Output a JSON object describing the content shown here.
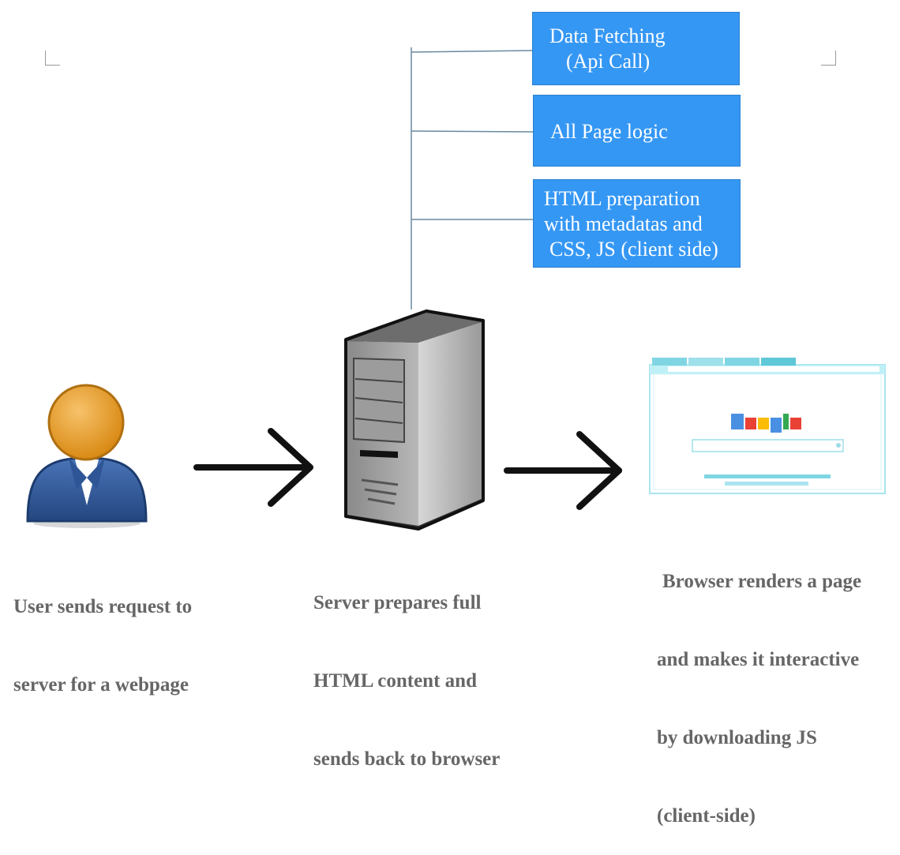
{
  "boxes": {
    "data_fetching": {
      "line1": "Data Fetching",
      "line2": "(Api Call)"
    },
    "page_logic": {
      "line1": "All Page logic"
    },
    "html_prep": {
      "line1": "HTML preparation",
      "line2": "with metadatas and",
      "line3": "CSS, JS (client side)"
    }
  },
  "captions": {
    "user": {
      "line1": "User sends request to",
      "line2": "server for a webpage"
    },
    "server": {
      "line1": "Server prepares full",
      "line2": "HTML content and",
      "line3": "sends back to browser"
    },
    "browser": {
      "line1": "Browser renders a page",
      "line2": "and makes it interactive",
      "line3": "by downloading JS",
      "line4": "(client-side)"
    }
  },
  "icons": {
    "user": "user-icon",
    "server": "server-tower-icon",
    "browser": "browser-window-icon",
    "arrow": "arrow-right-icon"
  },
  "colors": {
    "box_fill": "#3597f4",
    "caption_text": "#666666",
    "connector": "#6a8aa0"
  }
}
